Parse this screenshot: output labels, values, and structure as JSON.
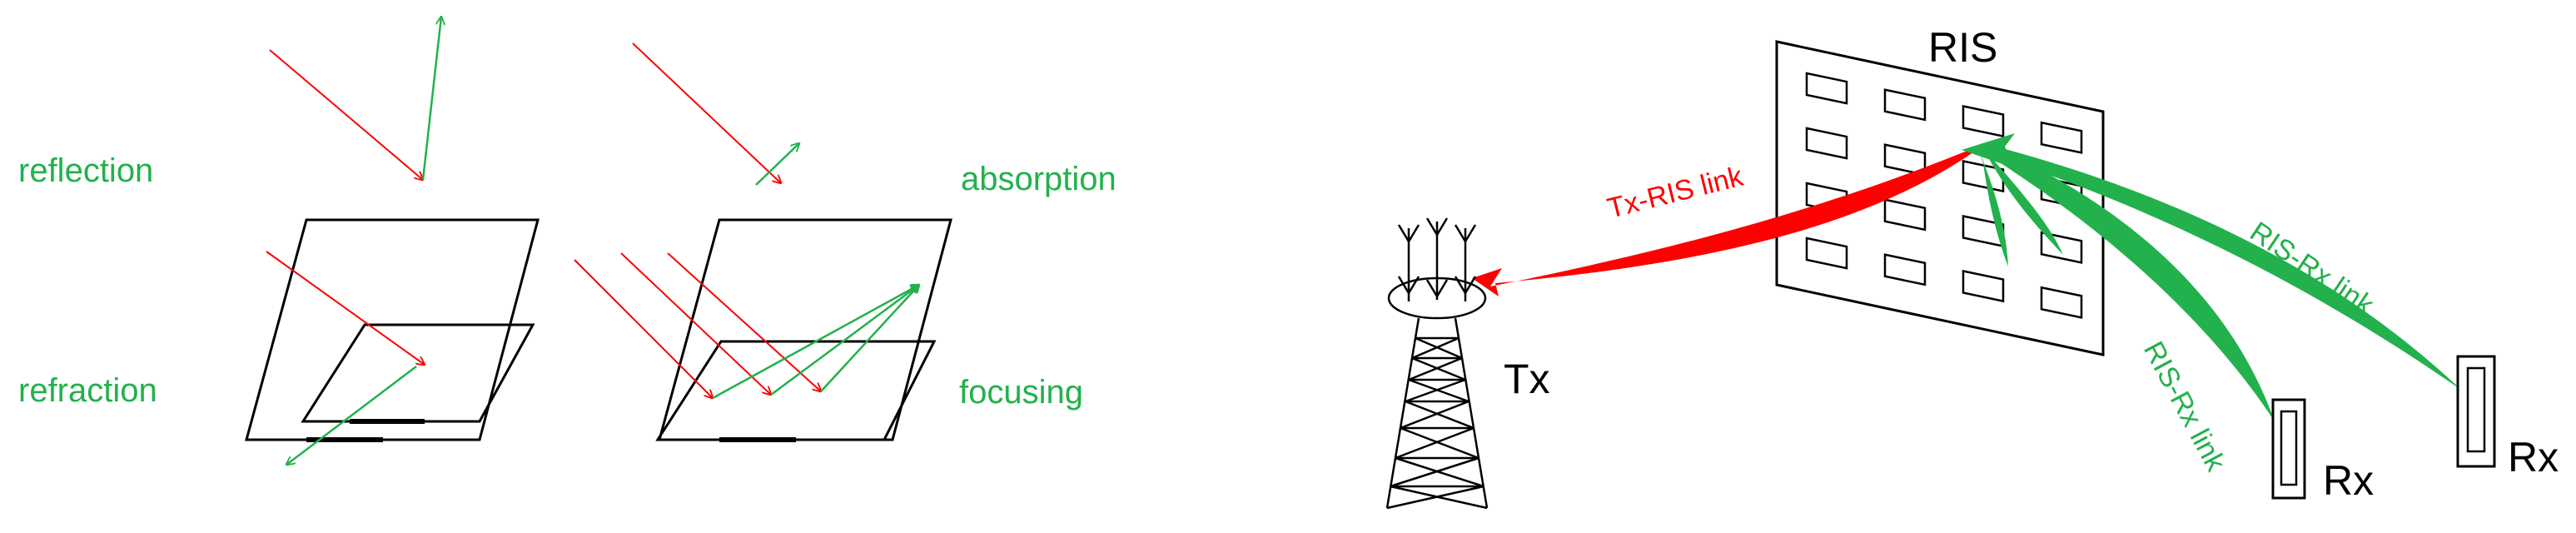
{
  "colors": {
    "red": "#ff0000",
    "green": "#22b14c",
    "black": "#000000"
  },
  "left_panel": {
    "labels": {
      "reflection": "reflection",
      "absorption": "absorption",
      "refraction": "refraction",
      "focusing": "focusing"
    }
  },
  "right_panel": {
    "ris_label": "RIS",
    "tx_label": "Tx",
    "rx_label_1": "Rx",
    "rx_label_2": "Rx",
    "tx_ris_link": "Tx-RIS link",
    "ris_rx_link_1": "RIS-Rx link",
    "ris_rx_link_2": "RIS-Rx link"
  }
}
